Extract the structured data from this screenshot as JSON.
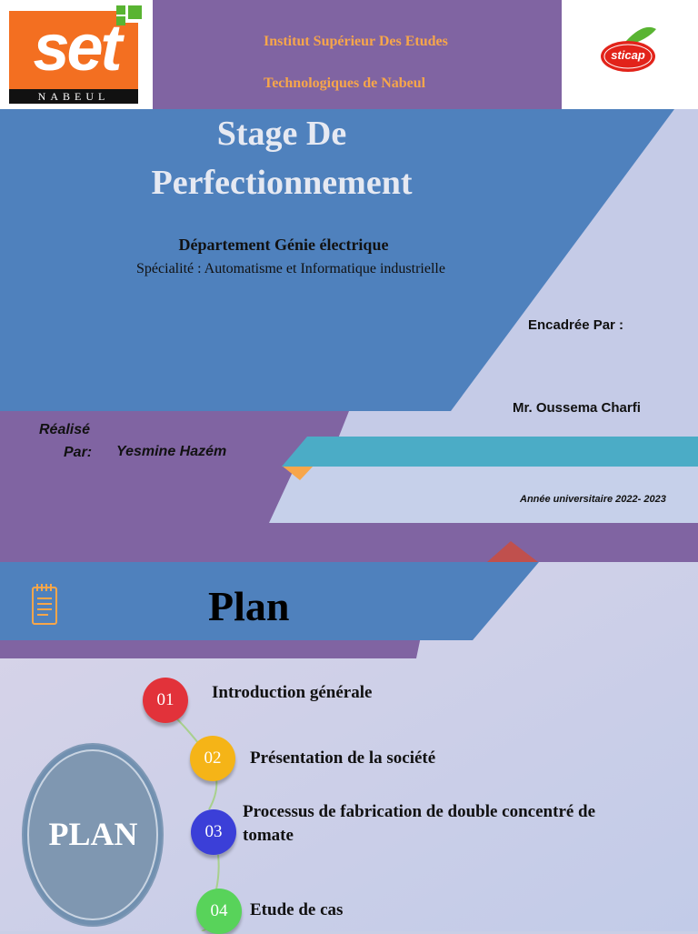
{
  "header": {
    "institute_line1": "Institut Supérieur Des Etudes",
    "institute_line2": "Technologiques de Nabeul",
    "set_logo_text": "set",
    "set_logo_city": "NABEUL",
    "sticap_logo_text": "sticap"
  },
  "title_page": {
    "title": "Stage De Perfectionnement",
    "department": "Département Génie électrique",
    "speciality": "Spécialité : Automatisme et Informatique industrielle",
    "supervised_by_label": "Encadrée Par :",
    "supervisor": "Mr. Oussema Charfi",
    "realised_label_1": "Réalisé",
    "realised_label_2": "Par:",
    "student": "Yesmine Hazém",
    "academic_year": "Année universitaire 2022- 2023"
  },
  "plan_page": {
    "title": "Plan",
    "circle_label": "PLAN",
    "items": [
      {
        "number": "01",
        "text": "Introduction générale",
        "color": "#e2323a"
      },
      {
        "number": "02",
        "text": "Présentation  de la société",
        "color": "#f5b417"
      },
      {
        "number": "03",
        "text": "Processus de fabrication de double concentré de tomate",
        "color": "#3b3fd8"
      },
      {
        "number": "04",
        "text": "Etude de cas",
        "color": "#58d35a"
      }
    ]
  },
  "colors": {
    "purple": "#8064a2",
    "blue": "#4f81bd",
    "teal": "#4bacc6",
    "orange": "#f7a64a",
    "light_background": "#c9cfe6"
  },
  "icons": [
    "notepad-icon"
  ]
}
